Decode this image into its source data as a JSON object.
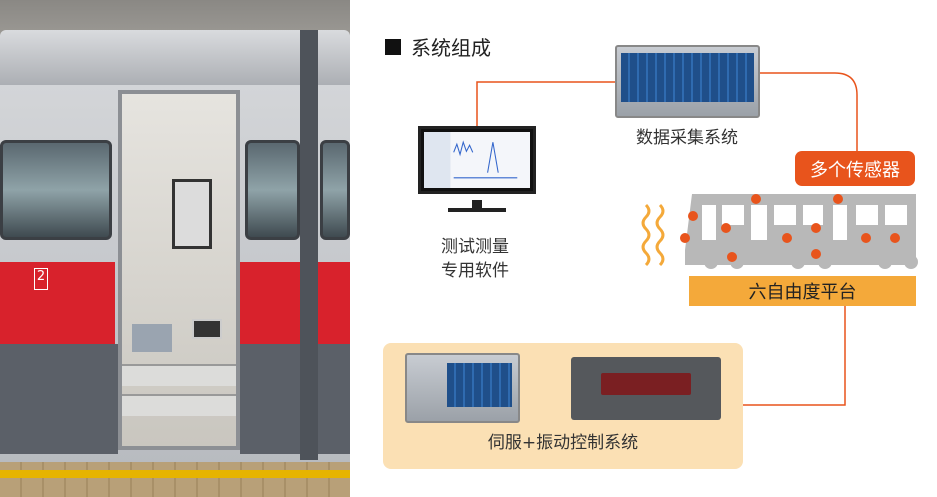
{
  "title": "系统组成",
  "nodes": {
    "software": {
      "line1": "测试测量",
      "line2": "专用软件"
    },
    "daq": "数据采集系统",
    "sensors": "多个传感器",
    "platform": "六自由度平台",
    "control": "伺服+振动控制系统"
  },
  "photo": {
    "car_number": "2"
  },
  "colors": {
    "accent": "#e8541c",
    "platform": "#f4a93a",
    "box": "#fbe0b4",
    "train": "#b8b8b8"
  }
}
